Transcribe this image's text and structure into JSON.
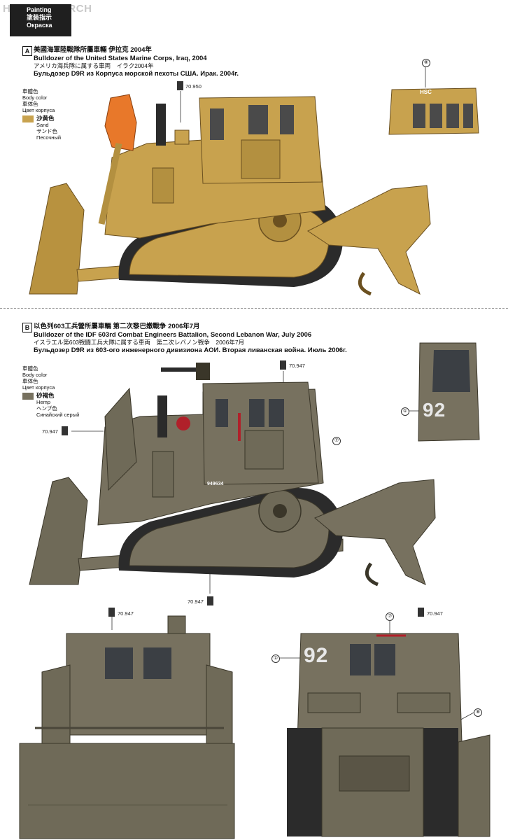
{
  "watermark": "HOBBY SEARCH",
  "badge": {
    "line1": "Painting",
    "line2": "塗装指示",
    "line3": "Окраска"
  },
  "section_a": {
    "letter": "A",
    "title_zh": "美國海軍陸戰隊所屬車輛 伊拉克 2004年",
    "title_en": "Bulldozer of the United States Marine Corps, Iraq, 2004",
    "title_ja": "アメリカ海兵隊に属する車両　イラク2004年",
    "title_ru": "Бульдозер D9R из Корпуса морской пехоты США. Ирак. 2004г.",
    "body_color": {
      "zh": "車體色",
      "en": "Body color",
      "ja": "車体色",
      "ru": "Цвет корпуса"
    },
    "paint": {
      "zh": "沙黄色",
      "en": "Sand",
      "ja": "サンド色",
      "ru": "Песочный",
      "hex": "#c8a24e"
    },
    "paint_code": "70.950",
    "callout_8": "⑧",
    "cab_label": "HSC"
  },
  "section_b": {
    "letter": "B",
    "title_zh": "以色列603工兵營所屬車輛 第二次黎巴嫩戰争 2006年7月",
    "title_en": "Bulldozer of the IDF 603rd Combat Engineers Battalion, Second Lebanon War, July 2006",
    "title_ja": "イスラエル第603戦闘工兵大隊に属する車両　第二次レバノン戦争　2006年7月",
    "title_ru": "Бульдозер D9R из 603-ого инженерного дивизиона АОИ. Вторая ливанская война. Июль 2006г.",
    "body_color": {
      "zh": "車體色",
      "en": "Body color",
      "ja": "車体色",
      "ru": "Цвет корпуса"
    },
    "paint": {
      "zh": "砂褐色",
      "en": "Hemp",
      "ja": "ヘンプ色",
      "ru": "Синайский серый",
      "hex": "#77715f"
    },
    "paint_code": "70.947",
    "callout_1": "①",
    "callout_7": "⑦",
    "callout_8": "⑧",
    "number_92": "92",
    "plate": "949634"
  },
  "colors": {
    "sand": "#c8a24e",
    "sand_dark": "#8b6e2e",
    "hemp": "#77715f",
    "hemp_dark": "#4a463a",
    "track": "#2b2b2b",
    "red": "#b0202a"
  }
}
